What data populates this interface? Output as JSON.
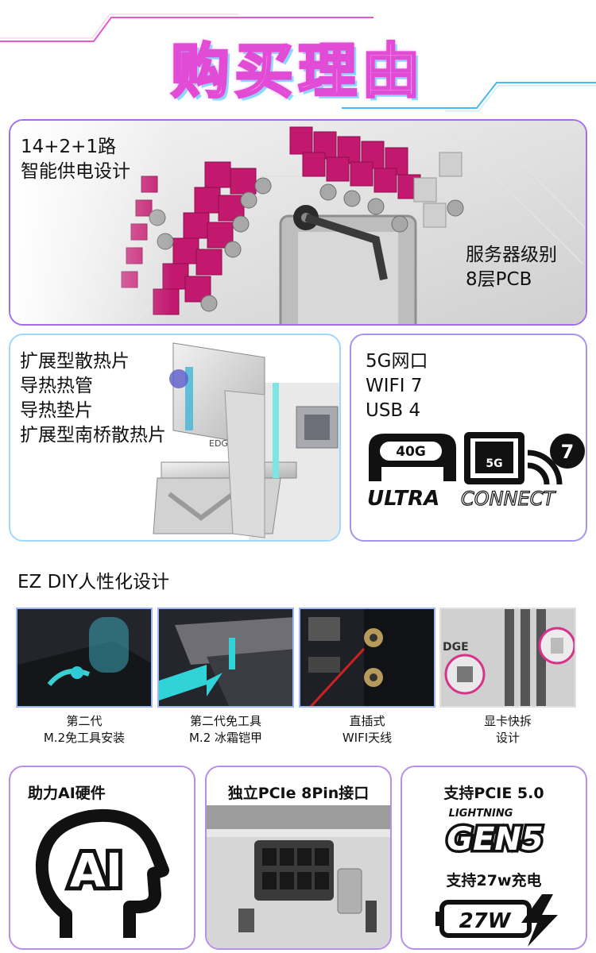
{
  "header": {
    "title": "购买理由"
  },
  "power": {
    "lines": [
      "14+2+1路",
      "智能供电设计"
    ],
    "pcb_lines": [
      "服务器级别",
      "8层PCB"
    ]
  },
  "heatsink": {
    "lines": [
      "扩展型散热片",
      "导热热管",
      "导热垫片",
      "扩展型南桥散热片"
    ],
    "decal_text": "EDGE"
  },
  "connectivity": {
    "lines": [
      "5G网口",
      "WIFI 7",
      "USB 4"
    ],
    "badge": {
      "speed": "40G",
      "lan": "5G",
      "wifi": "7",
      "word1": "ULTRA",
      "word2": "CONNECT"
    }
  },
  "ez_diy": {
    "title": "EZ DIY人性化设计",
    "tiles": [
      {
        "caption": [
          "第二代",
          "M.2免工具安装"
        ]
      },
      {
        "caption": [
          "第二代免工具",
          "M.2 冰霜铠甲"
        ]
      },
      {
        "caption": [
          "直插式",
          "WIFI天线"
        ]
      },
      {
        "caption": [
          "显卡快拆",
          "设计"
        ],
        "decal_text": "DGE"
      }
    ]
  },
  "ai_card": {
    "title": "助力AI硬件",
    "logo_text": "AI"
  },
  "pin_card": {
    "title": "独立PCIe 8Pin接口"
  },
  "pcie_card": {
    "title": "支持PCIE 5.0",
    "logo_top": "LIGHTNING",
    "logo_main": "GEN5",
    "charge_title": "支持27w充电",
    "charge_badge": "27W"
  },
  "colors": {
    "accent_pink": "#c2186e",
    "accent_purple": "#a36cf0",
    "accent_blue": "#8fd6ff"
  }
}
